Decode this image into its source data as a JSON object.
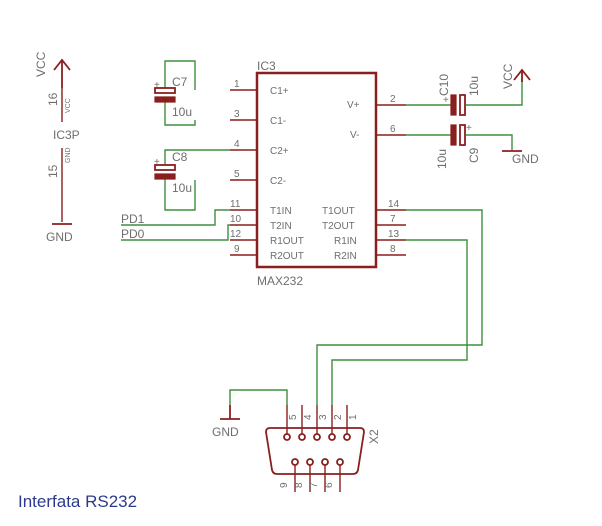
{
  "title": "Interfata RS232",
  "ic3": {
    "ref": "IC3",
    "value": "MAX232",
    "left_pins": [
      {
        "num": "1",
        "name": "C1+"
      },
      {
        "num": "3",
        "name": "C1-"
      },
      {
        "num": "4",
        "name": "C2+"
      },
      {
        "num": "5",
        "name": "C2-"
      },
      {
        "num": "11",
        "name": "T1IN"
      },
      {
        "num": "10",
        "name": "T2IN"
      },
      {
        "num": "12",
        "name": "R1OUT"
      },
      {
        "num": "9",
        "name": "R2OUT"
      }
    ],
    "right_pins": [
      {
        "num": "2",
        "name": "V+"
      },
      {
        "num": "6",
        "name": "V-"
      },
      {
        "num": "14",
        "name": "T1OUT"
      },
      {
        "num": "7",
        "name": "T2OUT"
      },
      {
        "num": "13",
        "name": "R1IN"
      },
      {
        "num": "8",
        "name": "R2IN"
      }
    ]
  },
  "ic3p": {
    "ref": "IC3P",
    "vcc_pin": "16",
    "gnd_pin": "15",
    "vcc_pin_label": "VCC",
    "gnd_pin_label": "GND",
    "vcc_supply": "VCC",
    "gnd_supply": "GND"
  },
  "capacitors": {
    "c7": {
      "ref": "C7",
      "value": "10u"
    },
    "c8": {
      "ref": "C8",
      "value": "10u"
    },
    "c9": {
      "ref": "C9",
      "value": "10u"
    },
    "c10": {
      "ref": "C10",
      "value": "10u"
    }
  },
  "supplies": {
    "vcc_right": "VCC",
    "gnd_right": "GND",
    "gnd_connector": "GND"
  },
  "nets": {
    "pd1": "PD1",
    "pd0": "PD0"
  },
  "connector": {
    "ref": "X2",
    "top_pins": [
      "5",
      "4",
      "3",
      "2",
      "1"
    ],
    "bottom_pins": [
      "9",
      "8",
      "7",
      "6"
    ]
  }
}
